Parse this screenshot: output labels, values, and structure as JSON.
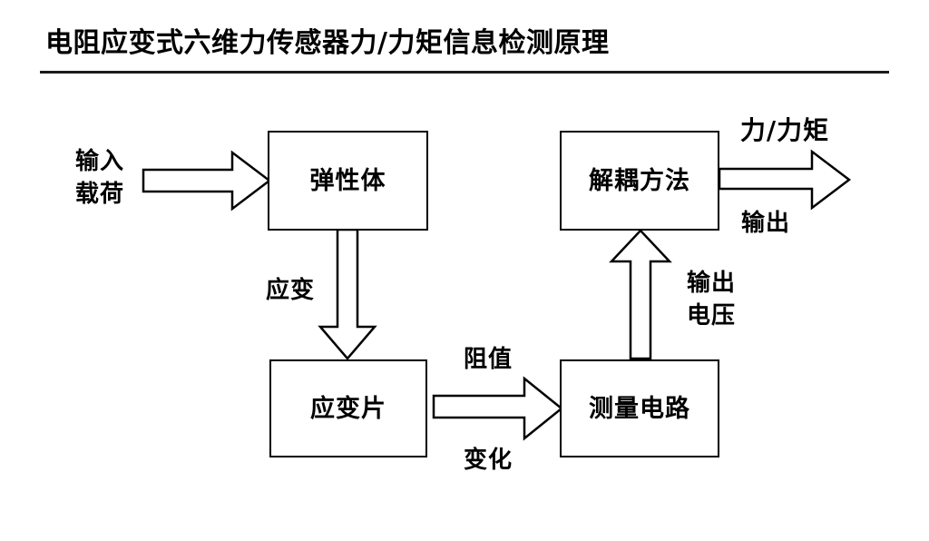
{
  "slide": {
    "title": "电阻应变式六维力传感器力/力矩信息检测原理",
    "background_color": "#ffffff",
    "line_color": "#000000"
  },
  "diagram": {
    "type": "flow-diagram",
    "boxes": [
      {
        "id": "elastic-body",
        "label": "弹性体"
      },
      {
        "id": "strain-gauge",
        "label": "应变片"
      },
      {
        "id": "measurement-circuit",
        "label": "测量电路"
      },
      {
        "id": "decoupling-method",
        "label": "解耦方法"
      }
    ],
    "labels": {
      "input_load_line1": "输入",
      "input_load_line2": "载荷",
      "strain": "应变",
      "resistance_line1": "阻值",
      "resistance_line2": "变化",
      "output_voltage_line1": "输出",
      "output_voltage_line2": "电压",
      "force_torque": "力/力矩",
      "output": "输出"
    },
    "arrows": [
      {
        "id": "input-to-elastic-body",
        "direction": "right"
      },
      {
        "id": "elastic-body-to-strain-gauge",
        "direction": "down"
      },
      {
        "id": "strain-gauge-to-measurement-circuit",
        "direction": "right"
      },
      {
        "id": "measurement-circuit-to-decoupling",
        "direction": "up"
      },
      {
        "id": "decoupling-to-output",
        "direction": "right"
      }
    ]
  }
}
